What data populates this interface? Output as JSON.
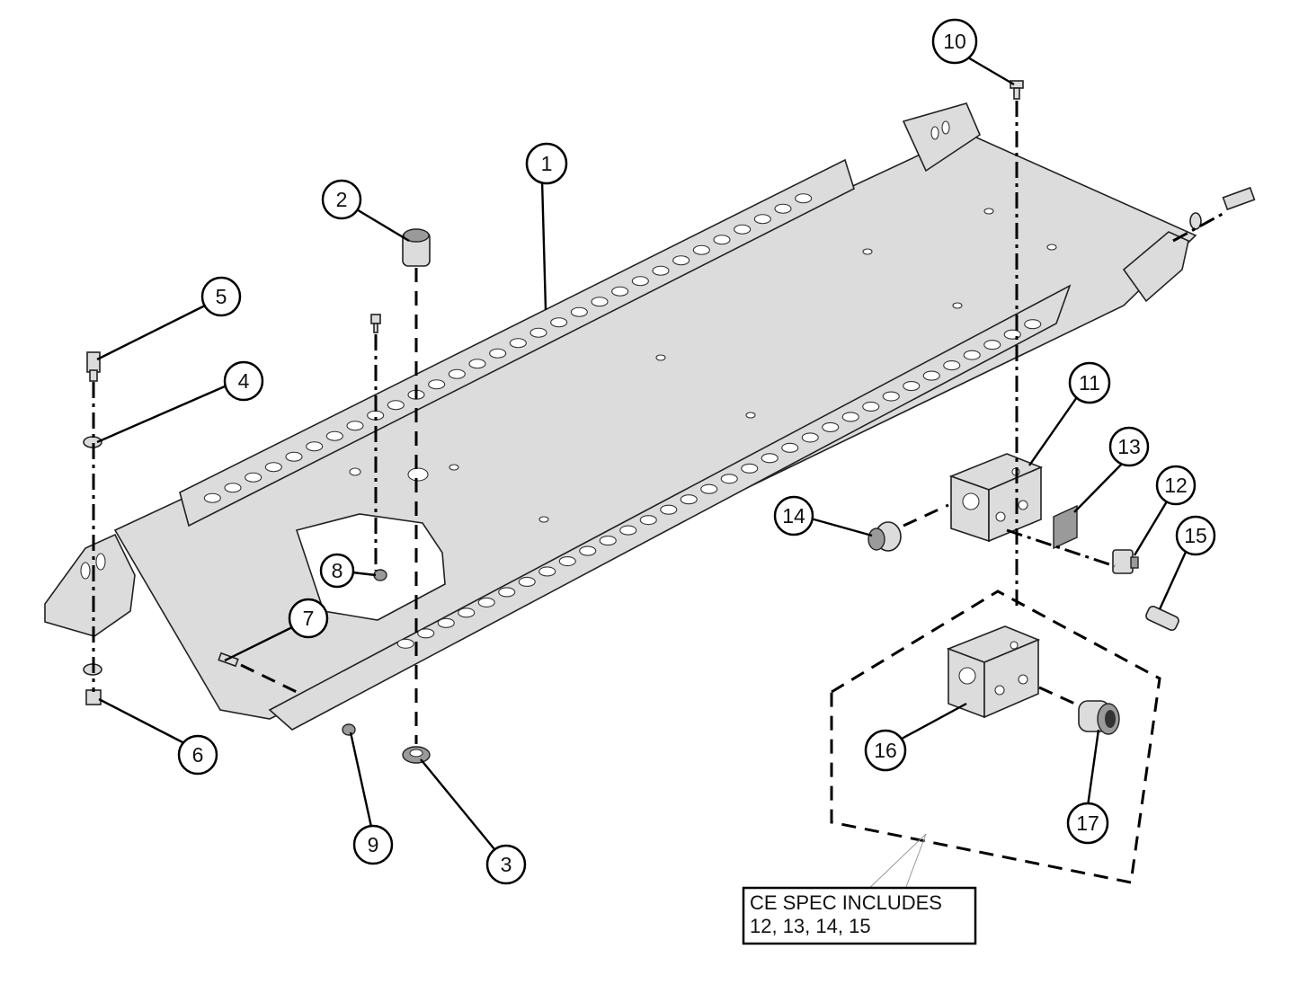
{
  "callouts": [
    {
      "id": "callout-1",
      "label": "1"
    },
    {
      "id": "callout-2",
      "label": "2"
    },
    {
      "id": "callout-3",
      "label": "3"
    },
    {
      "id": "callout-4",
      "label": "4"
    },
    {
      "id": "callout-5",
      "label": "5"
    },
    {
      "id": "callout-6",
      "label": "6"
    },
    {
      "id": "callout-7",
      "label": "7"
    },
    {
      "id": "callout-8",
      "label": "8"
    },
    {
      "id": "callout-9",
      "label": "9"
    },
    {
      "id": "callout-10",
      "label": "10"
    },
    {
      "id": "callout-11",
      "label": "11"
    },
    {
      "id": "callout-12",
      "label": "12"
    },
    {
      "id": "callout-13",
      "label": "13"
    },
    {
      "id": "callout-14",
      "label": "14"
    },
    {
      "id": "callout-15",
      "label": "15"
    },
    {
      "id": "callout-16",
      "label": "16"
    },
    {
      "id": "callout-17",
      "label": "17"
    }
  ],
  "note": {
    "line1": "CE SPEC INCLUDES",
    "line2": "12, 13, 14, 15"
  }
}
